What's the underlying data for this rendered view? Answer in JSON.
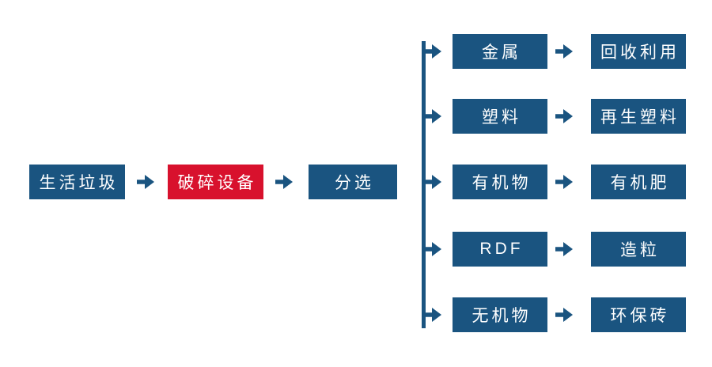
{
  "colors": {
    "primary_blue": "#1a5480",
    "accent_red": "#d8112d",
    "background": "#ffffff"
  },
  "diagram": {
    "type": "flowchart",
    "main_flow": {
      "nodes": [
        {
          "label": "生活垃圾",
          "style": "blue"
        },
        {
          "label": "破碎设备",
          "style": "red"
        },
        {
          "label": "分选",
          "style": "blue"
        }
      ]
    },
    "branches": [
      {
        "category": "金属",
        "output": "回收利用"
      },
      {
        "category": "塑料",
        "output": "再生塑料"
      },
      {
        "category": "有机物",
        "output": "有机肥"
      },
      {
        "category": "RDF",
        "output": "造粒"
      },
      {
        "category": "无机物",
        "output": "环保砖"
      }
    ]
  }
}
